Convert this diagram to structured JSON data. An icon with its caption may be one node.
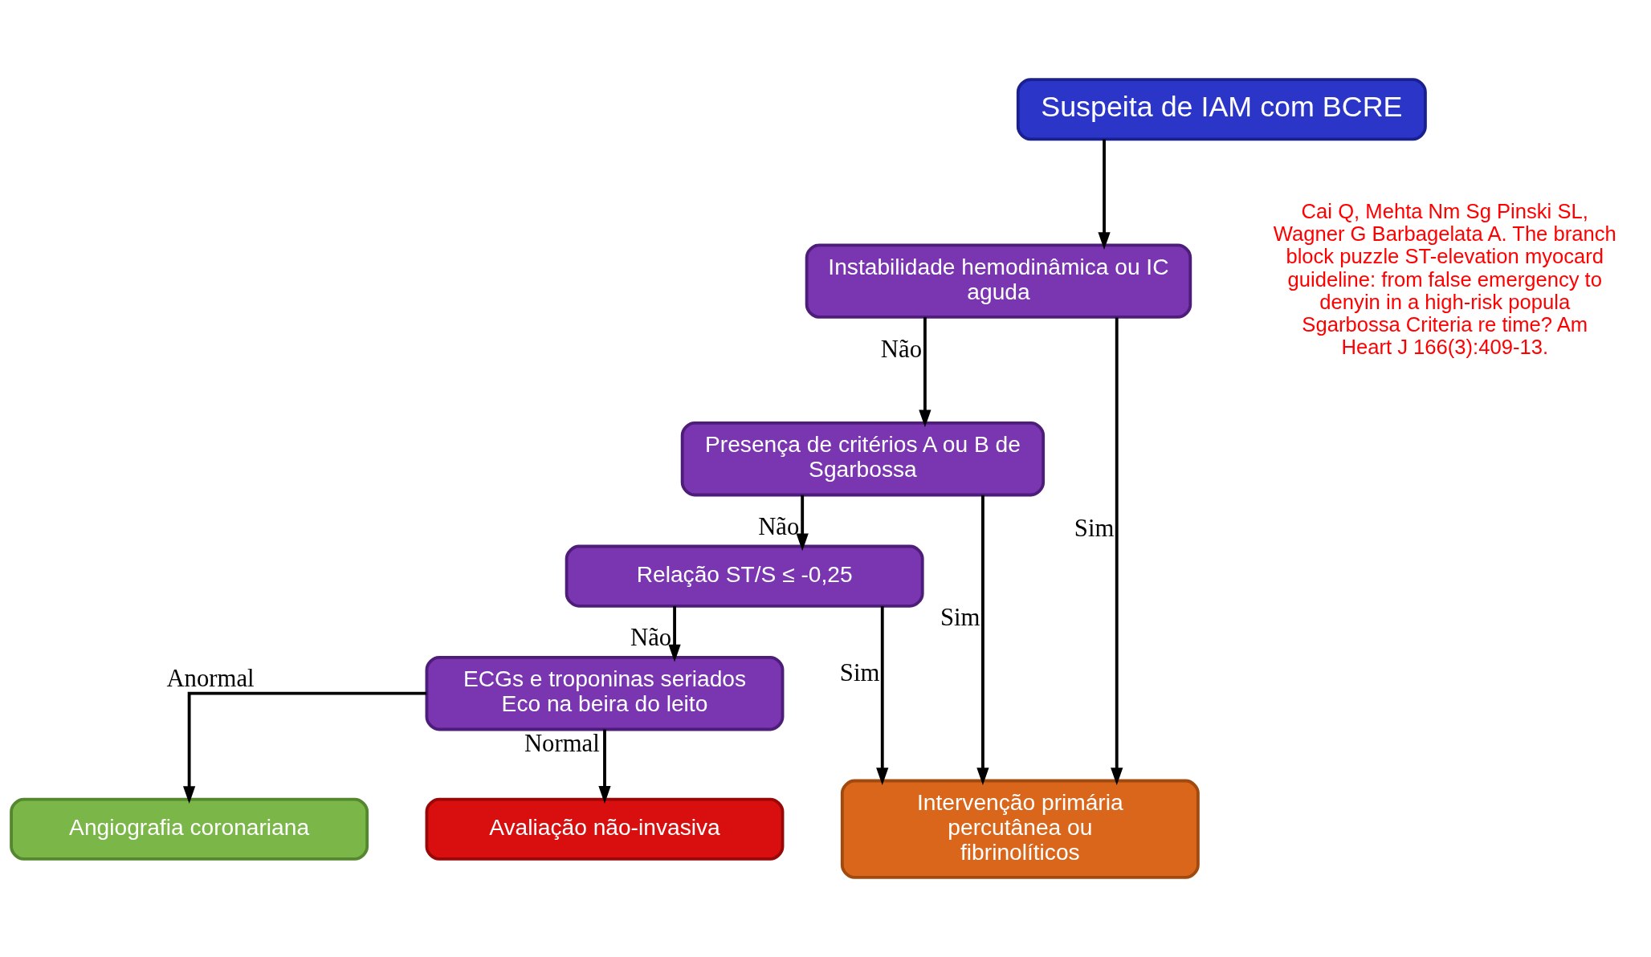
{
  "diagram": {
    "nodes": [
      {
        "text": [
          "Suspeita de IAM com BCRE"
        ]
      },
      {
        "text": [
          "Instabilidade hemodinâmica ou IC aguda"
        ]
      },
      {
        "text": [
          "Presença de critérios A ou B de Sgarbossa"
        ]
      },
      {
        "text": [
          "Relação ST/S ≤ -0,25"
        ]
      },
      {
        "text": [
          "ECGs e troponinas seriados Eco na beira do leito"
        ]
      },
      {
        "text": [
          "Intervenção primária percutânea ou fibrinolíticos"
        ]
      },
      {
        "text": [
          "Angiografia coronariana"
        ]
      },
      {
        "text": [
          "Avaliação não-invasiva"
        ]
      }
    ],
    "edges": [
      {
        "from": 0,
        "to": 1,
        "arrow": "to"
      },
      {
        "from": 1,
        "to": 2,
        "arrow": "to",
        "label": "Não"
      },
      {
        "from": 2,
        "to": 3,
        "arrow": "to",
        "label": "Não"
      },
      {
        "from": 3,
        "to": 4,
        "arrow": "to",
        "label": "Não"
      },
      {
        "from": 1,
        "to": 5,
        "arrow": "to",
        "label": "Sim"
      },
      {
        "from": 2,
        "to": 5,
        "arrow": "to",
        "label": "Sim"
      },
      {
        "from": 3,
        "to": 5,
        "arrow": "to",
        "label": "Sim"
      },
      {
        "from": 4,
        "to": 6,
        "arrow": "to",
        "label": "Anormal"
      },
      {
        "from": 4,
        "to": 7,
        "arrow": "to",
        "label": "Normal"
      }
    ],
    "labels": [
      "Cai Q, Mehta Nm Sg Pinski SL, Wagner G Barbagelata A. The branch block puzzle ST-elevation myocard guideline: from false emergency to denyin in a high-risk popula Sgarbossa Criteria re time? Am Heart J 166(3):409-13."
    ]
  }
}
